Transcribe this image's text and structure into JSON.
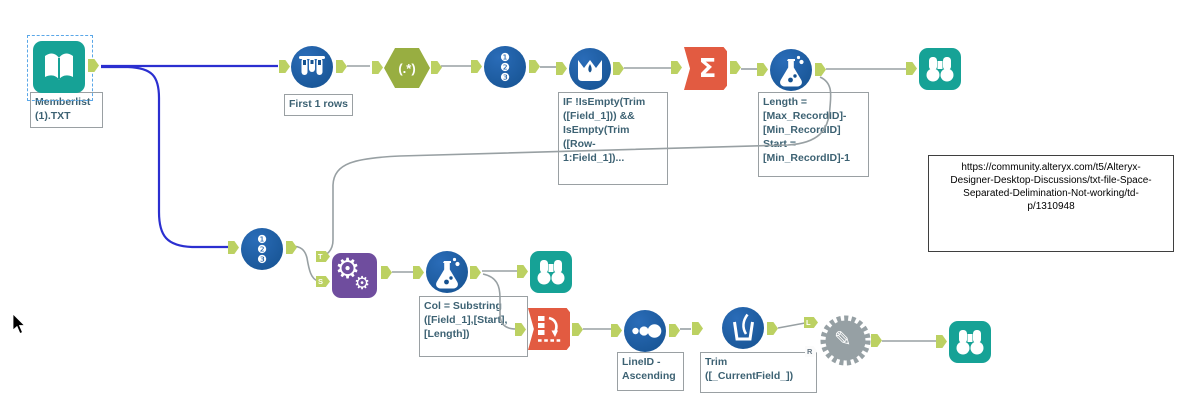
{
  "colors": {
    "canvas_bg": "#ffffff",
    "tool_blue": "#1a5ca6",
    "teal": "#16a296",
    "olive_green": "#98ae41",
    "coral": "#e25b41",
    "purple": "#6f4d9e",
    "gray_tool": "#96a0a4",
    "wire_gray": "#98a0a3",
    "wire_blue_selected": "#2b2fd0",
    "anchor_green": "#bcd162",
    "annotation_text": "#3d6273"
  },
  "icons": {
    "regex_text": "(.*)",
    "summarize_symbol": "Σ",
    "record_id_numbers": "❶\n❷\n❸",
    "gear_glyph": "⚙",
    "pencil_glyph": "✎"
  },
  "anchors": {
    "target": "T",
    "source": "S",
    "left": "L",
    "right": "R"
  },
  "annotations": {
    "input_label": "Memberlist\n(1).TXT",
    "sample": "First 1 rows",
    "multi_row_formula": "IF !IsEmpty(Trim\n([Field_1])) &&\nIsEmpty(Trim\n([Row-\n1:Field_1])...",
    "formula_top": "Length =\n[Max_RecordID]-\n[Min_RecordID]\nStart =\n[Min_RecordID]-1",
    "formula_bottom": "Col = Substring\n([Field_1],[Start],\n[Length])",
    "sort": "LineID -\nAscending",
    "multi_field_formula": "Trim\n([_CurrentField_])"
  },
  "comment": {
    "text": "https://community.alteryx.com/t5/Alteryx-\nDesigner-Desktop-Discussions/txt-file-Space-\nSeparated-Delimination-Not-working/td-\np/1310948"
  }
}
